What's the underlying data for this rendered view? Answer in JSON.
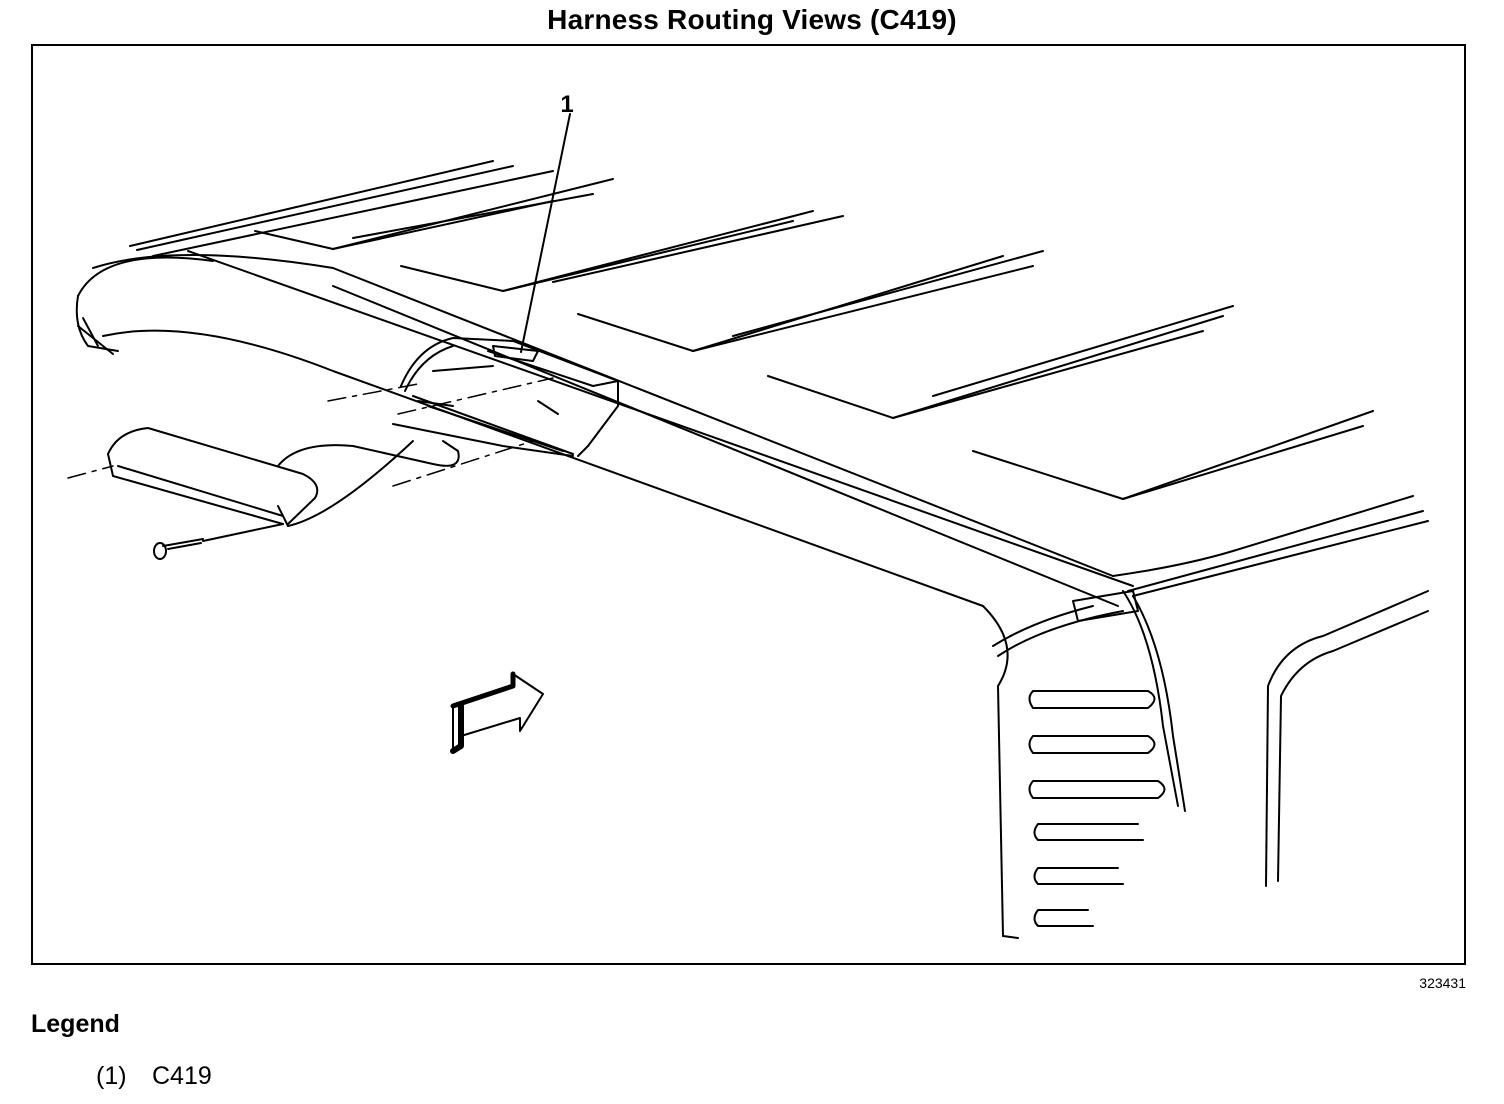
{
  "title": "Harness Routing Views (C419)",
  "callouts": [
    {
      "label": "1"
    }
  ],
  "figure_id": "323431",
  "legend": {
    "heading": "Legend",
    "items": [
      {
        "num": "(1)",
        "label": "C419"
      }
    ]
  }
}
